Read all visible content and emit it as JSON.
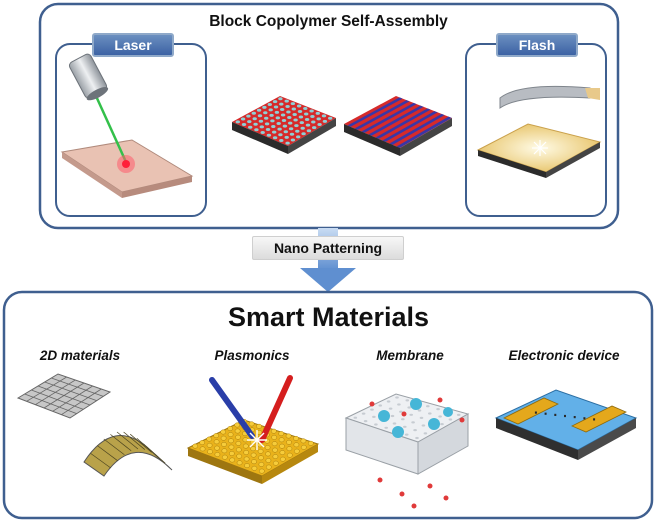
{
  "top_panel": {
    "title": "Block Copolymer Self-Assembly",
    "left_tag": "Laser",
    "right_tag": "Flash"
  },
  "connector": {
    "label": "Nano Patterning"
  },
  "bottom_panel": {
    "title": "Smart Materials",
    "items": [
      {
        "label": "2D materials"
      },
      {
        "label": "Plasmonics"
      },
      {
        "label": "Membrane"
      },
      {
        "label": "Electronic device"
      }
    ]
  },
  "colors": {
    "frame": "#3f5f8f",
    "tag": "#3c62a4",
    "arrow": "#7fa6d6",
    "lamellae_red": "#d62a2a",
    "lamellae_blue": "#3a37a6",
    "dots": "#8ed0d6",
    "gold": "#e9b21b"
  }
}
